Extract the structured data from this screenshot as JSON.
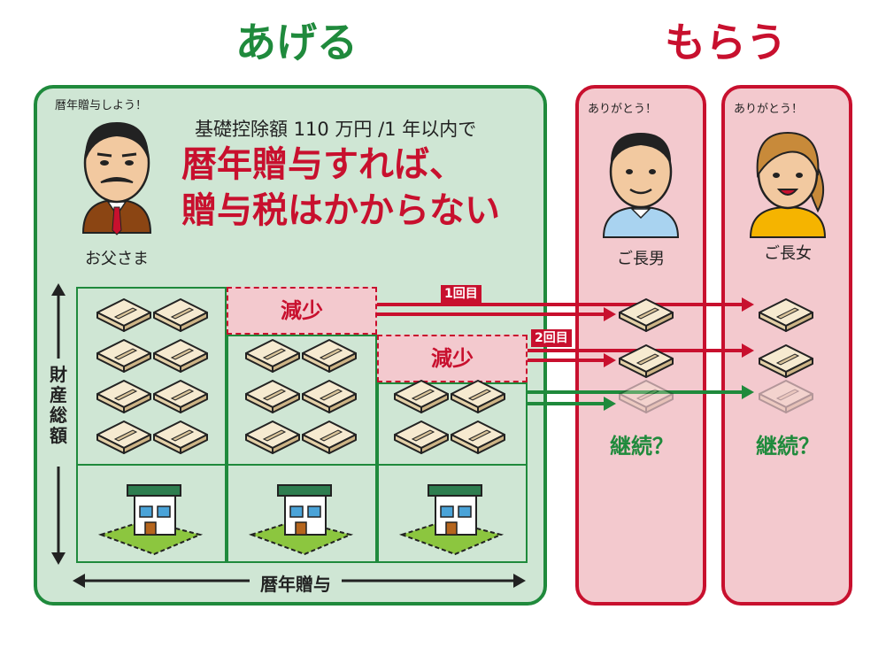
{
  "headings": {
    "give": "あげる",
    "receive": "もらう"
  },
  "father": {
    "speech": "暦年贈与しよう！",
    "name": "お父さま"
  },
  "condition": "基礎控除額 110 万円 /1 年以内で",
  "message": {
    "line1": "暦年贈与すれば、",
    "line2": "贈与税はかからない"
  },
  "reduction_label": "減少",
  "transfers": [
    "1回目",
    "2回目"
  ],
  "continue_label": "継続？",
  "axis": {
    "vertical": "財産総額",
    "horizontal": "暦年贈与"
  },
  "recipients": [
    {
      "speech": "ありがとう！",
      "name": "ご長男"
    },
    {
      "speech": "ありがとう！",
      "name": "ご長女"
    }
  ],
  "colors": {
    "give": "#1f8a3c",
    "receive": "#c8102e",
    "give_bg": "#cfe6d4",
    "receive_bg": "#f3c9ce"
  }
}
